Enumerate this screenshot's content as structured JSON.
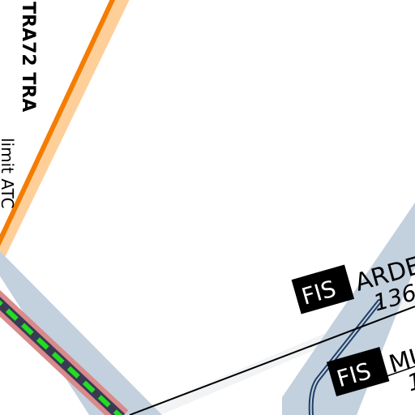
{
  "airspace": {
    "tra_name": "TRA72 TRA",
    "tra_note": "limit ATC",
    "color_tra_line": "#f57c00",
    "color_tra_buffer": "#ffcf99"
  },
  "fis_labels": [
    {
      "badge": "FIS",
      "name": "ARDE",
      "freq": "136."
    },
    {
      "badge": "FIS",
      "name": "MU",
      "freq": "1"
    }
  ],
  "colors": {
    "boundary_band": "#c3d0de",
    "boundary_line": "#1f3f66",
    "border_red": "#d98a8a",
    "border_dash": "#22dd22",
    "border_dark": "#3a3a55",
    "track_line": "#000000",
    "badge_bg": "#000000",
    "badge_fg": "#ffffff"
  }
}
